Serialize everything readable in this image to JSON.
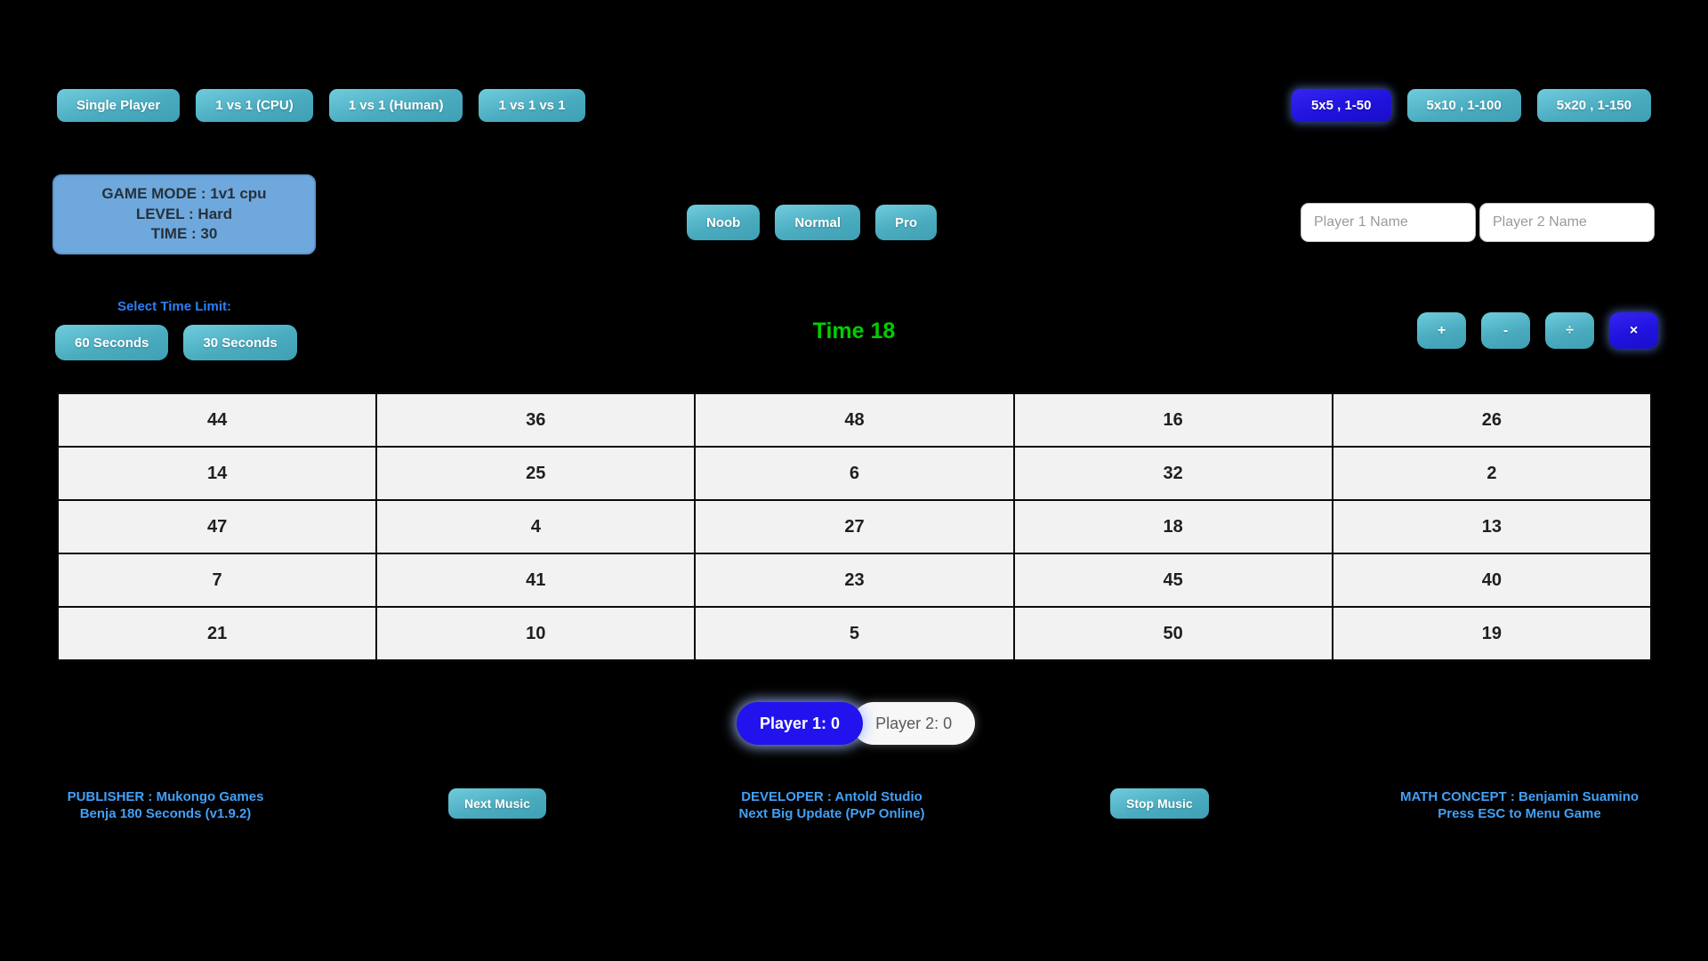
{
  "top_left_buttons": [
    {
      "label": "Single Player"
    },
    {
      "label": "1 vs 1 (CPU)"
    },
    {
      "label": "1 vs 1 (Human)"
    },
    {
      "label": "1 vs 1 vs 1"
    }
  ],
  "grid_size_buttons": [
    {
      "label": "5x5 , 1-50",
      "active": true
    },
    {
      "label": "5x10 , 1-100",
      "active": false
    },
    {
      "label": "5x20 , 1-150",
      "active": false
    }
  ],
  "game_info": {
    "game_mode": "GAME MODE : 1v1 cpu",
    "level": "LEVEL : Hard",
    "time": "TIME : 30"
  },
  "difficulty_buttons": [
    {
      "label": "Noob"
    },
    {
      "label": "Normal"
    },
    {
      "label": "Pro"
    }
  ],
  "player_name_inputs": [
    {
      "placeholder": "Player 1 Name"
    },
    {
      "placeholder": "Player 2 Name"
    }
  ],
  "time_limit": {
    "label": "Select Time Limit:",
    "buttons": [
      {
        "label": "60 Seconds"
      },
      {
        "label": "30 Seconds"
      }
    ]
  },
  "timer_text": "Time 18",
  "operator_buttons": [
    {
      "label": "+",
      "active": false
    },
    {
      "label": "-",
      "active": false
    },
    {
      "label": "÷",
      "active": false
    },
    {
      "label": "×",
      "active": true
    }
  ],
  "number_grid": {
    "rows": [
      [
        "44",
        "36",
        "48",
        "16",
        "26"
      ],
      [
        "14",
        "25",
        "6",
        "32",
        "2"
      ],
      [
        "47",
        "4",
        "27",
        "18",
        "13"
      ],
      [
        "7",
        "41",
        "23",
        "45",
        "40"
      ],
      [
        "21",
        "10",
        "5",
        "50",
        "19"
      ]
    ],
    "selected_cells": [
      {
        "row": 4,
        "col": 1,
        "state": "picked"
      },
      {
        "row": 4,
        "col": 2,
        "state": "picked"
      },
      {
        "row": 4,
        "col": 3,
        "state": "captured"
      }
    ]
  },
  "score_buttons": [
    {
      "label": "Player 1: 0",
      "active": true
    },
    {
      "label": "Player 2: 0",
      "active": false
    }
  ],
  "music_buttons": {
    "next": "Next Music",
    "stop": "Stop Music"
  },
  "footer": {
    "publisher_line1": "PUBLISHER : Mukongo Games",
    "publisher_line2": "Benja 180 Seconds (v1.9.2)",
    "developer_line1": "DEVELOPER : Antold Studio",
    "developer_line2": "Next Big Update (PvP Online)",
    "math_line1": "MATH CONCEPT : Benjamin Suamino",
    "math_line2": "Press ESC to Menu Game"
  },
  "colors": {
    "teal_button": "#4bacc0",
    "active_blue": "#2213ee",
    "panel_blue": "#6fa8dc",
    "timer_green": "#00cf00",
    "footer_blue": "#42a0f7",
    "picked_cell_text": "#2b7bf3",
    "captured_cell_bg": "#9cb8d2"
  }
}
